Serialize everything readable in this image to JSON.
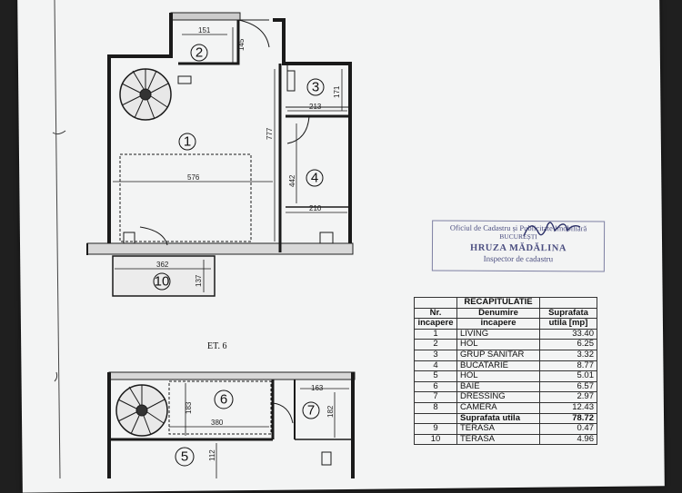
{
  "plan_top": {
    "rooms": [
      "1",
      "2",
      "3",
      "4",
      "10"
    ],
    "dims": {
      "w151": "151",
      "h145": "145",
      "h171": "171",
      "w213": "213",
      "h777": "777",
      "w576": "576",
      "h442": "442",
      "w210": "210",
      "w362": "362",
      "h137": "137"
    }
  },
  "floor_label": "ET. 6",
  "plan_bottom": {
    "rooms": [
      "6",
      "7",
      "5"
    ],
    "dims": {
      "h183": "183",
      "w163": "163",
      "h182": "182",
      "w380": "380",
      "h112": "112"
    }
  },
  "stamp": {
    "line1": "Oficiul de Cadastru și Publicitate Imobiliară",
    "line2": "BUCUREȘTI",
    "line3": "HRUZA MĂDĂLINA",
    "line4": "Inspector de cadastru"
  },
  "table": {
    "title": "RECAPITULATIE",
    "head1": {
      "nr": "Nr.",
      "name": "Denumire",
      "area": "Suprafata"
    },
    "head2": {
      "nr": "incapere",
      "name": "incapere",
      "area": "utila [mp]"
    },
    "rows": [
      {
        "nr": "1",
        "name": "LIVING",
        "area": "33.40"
      },
      {
        "nr": "2",
        "name": "HOL",
        "area": "6.25"
      },
      {
        "nr": "3",
        "name": "GRUP SANITAR",
        "area": "3.32"
      },
      {
        "nr": "4",
        "name": "BUCATARIE",
        "area": "8.77"
      },
      {
        "nr": "5",
        "name": "HOL",
        "area": "5.01"
      },
      {
        "nr": "6",
        "name": "BAIE",
        "area": "6.57"
      },
      {
        "nr": "7",
        "name": "DRESSING",
        "area": "2.97"
      },
      {
        "nr": "8",
        "name": "CAMERA",
        "area": "12.43"
      }
    ],
    "total": {
      "label": "Suprafata utila",
      "area": "78.72"
    },
    "extra": [
      {
        "nr": "9",
        "name": "TERASA",
        "area": "0.47"
      },
      {
        "nr": "10",
        "name": "TERASA",
        "area": "4.96"
      }
    ]
  }
}
